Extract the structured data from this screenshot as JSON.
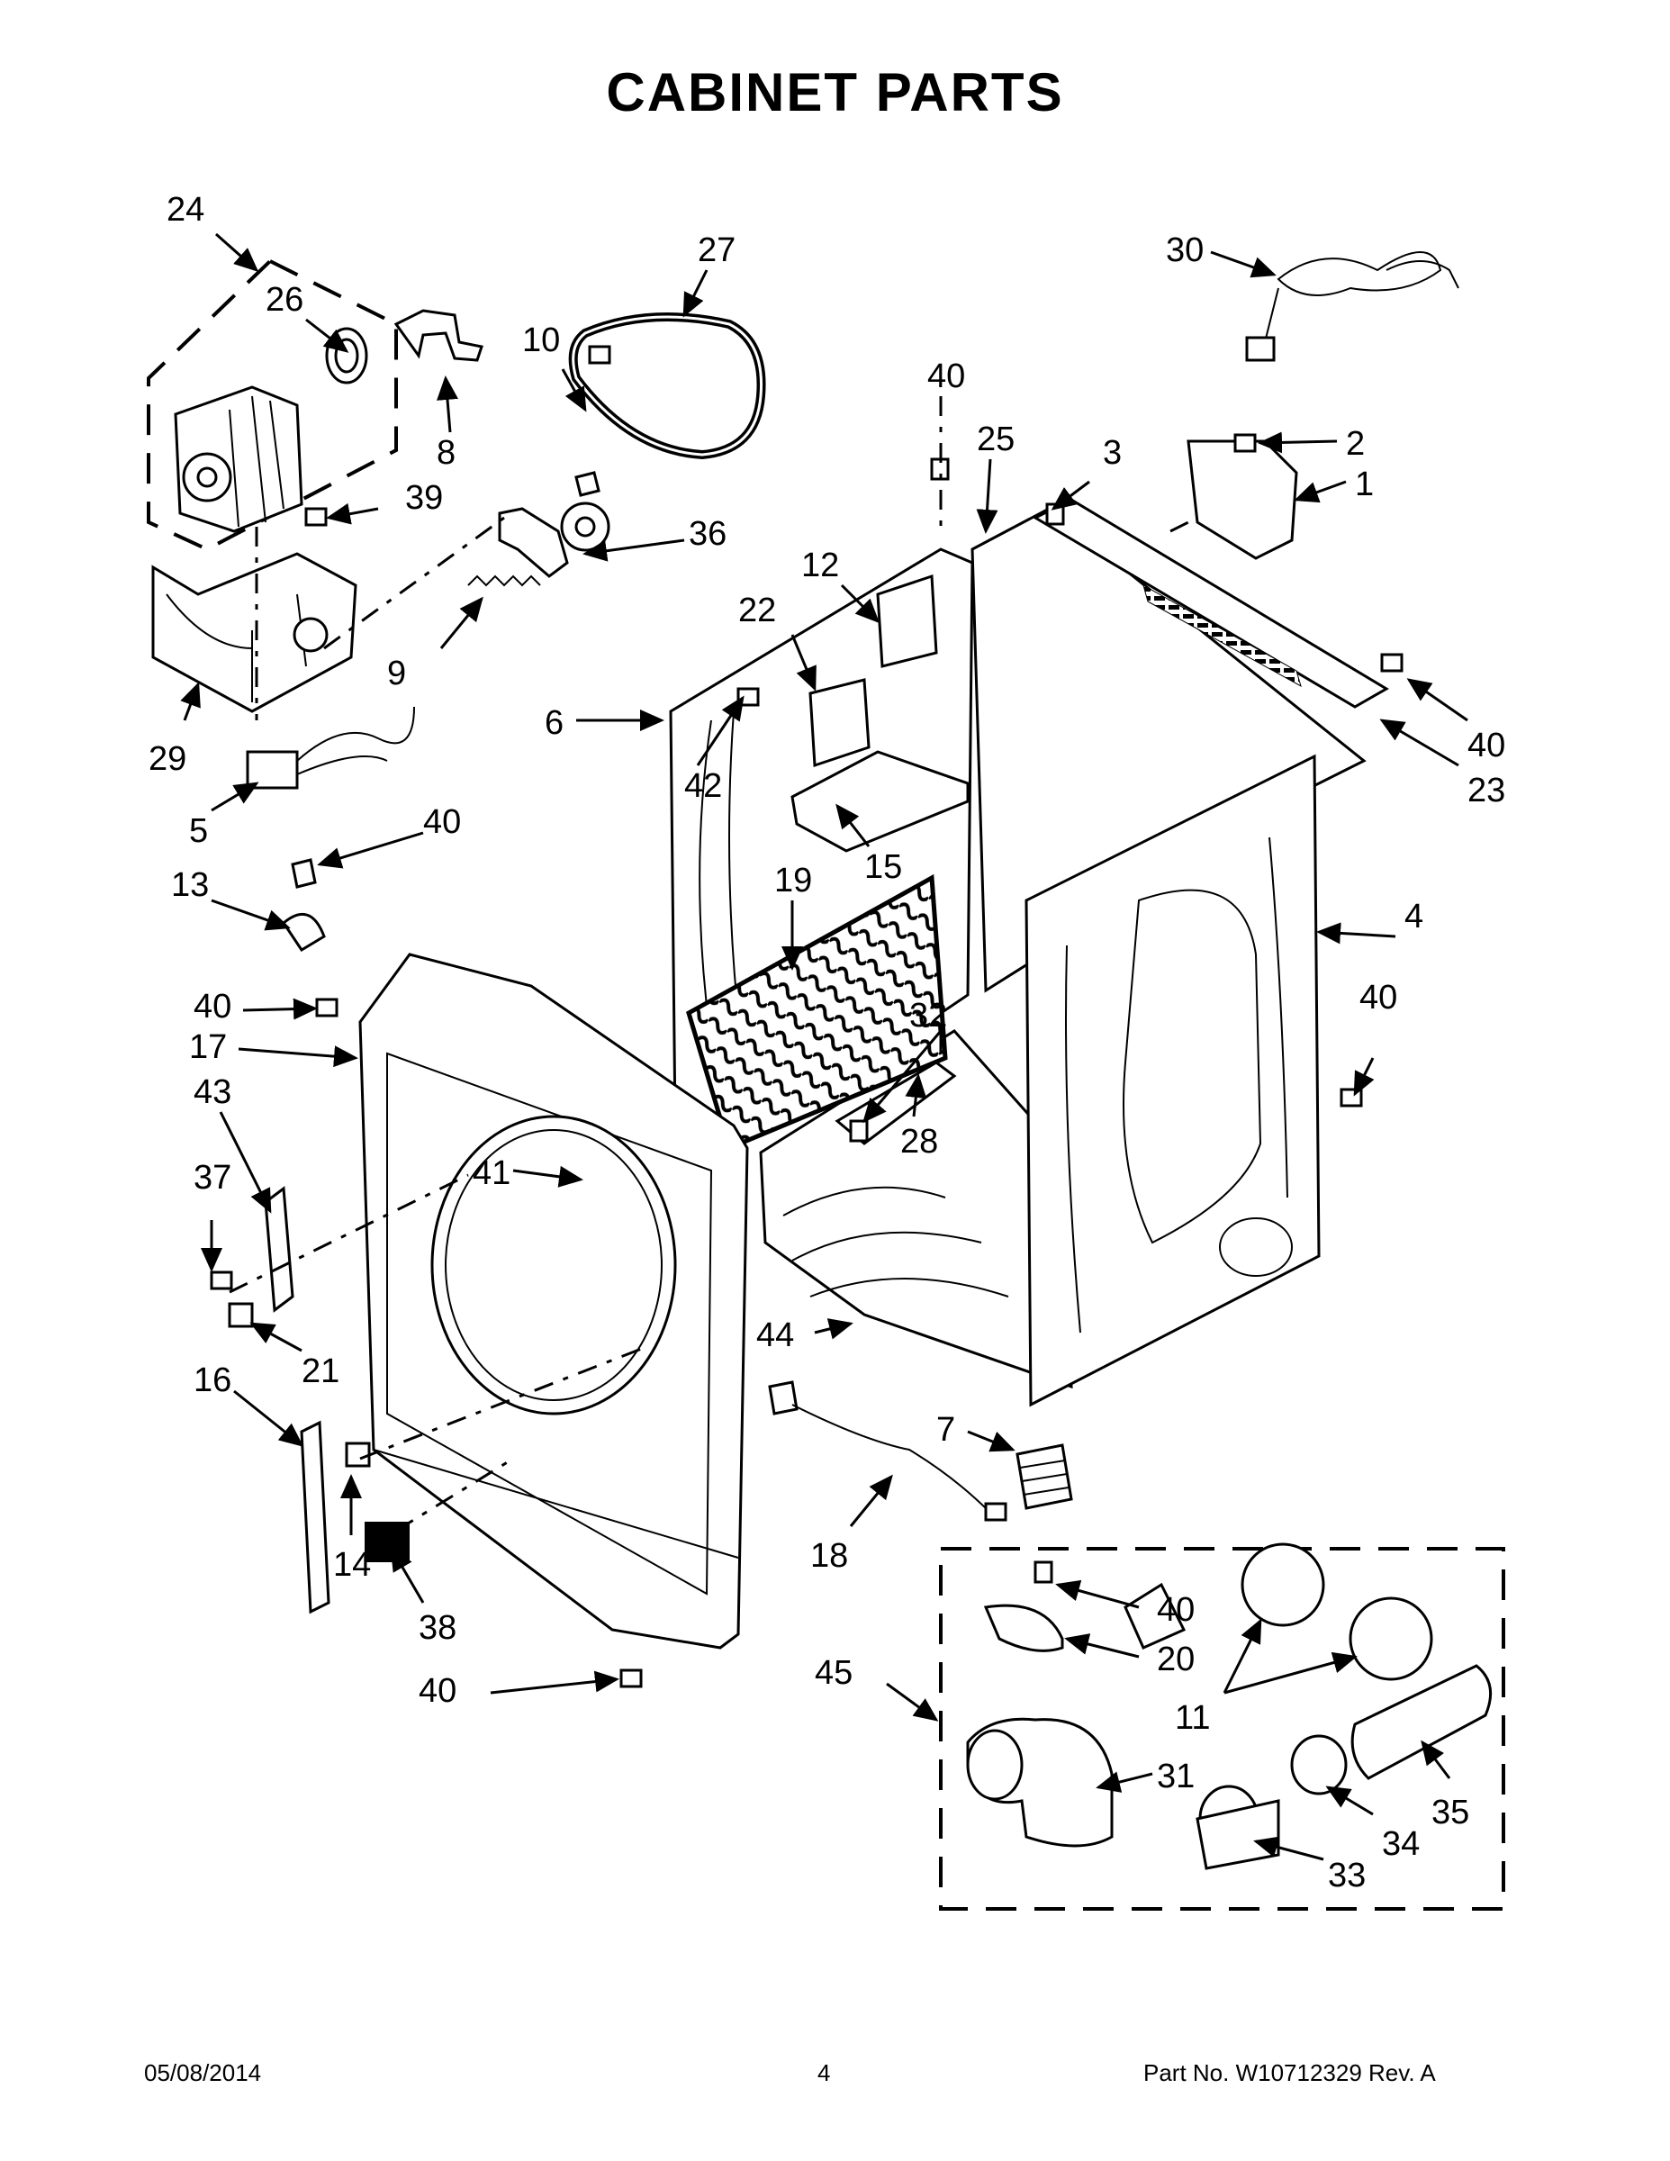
{
  "title": "CABINET PARTS",
  "callouts": [
    {
      "id": "c24",
      "label": "24"
    },
    {
      "id": "c26",
      "label": "26"
    },
    {
      "id": "c8",
      "label": "8"
    },
    {
      "id": "c39",
      "label": "39"
    },
    {
      "id": "c27",
      "label": "27"
    },
    {
      "id": "c10",
      "label": "10"
    },
    {
      "id": "c36",
      "label": "36"
    },
    {
      "id": "c9",
      "label": "9"
    },
    {
      "id": "c29",
      "label": "29"
    },
    {
      "id": "c5",
      "label": "5"
    },
    {
      "id": "c40a",
      "label": "40"
    },
    {
      "id": "c13",
      "label": "13"
    },
    {
      "id": "c40b",
      "label": "40"
    },
    {
      "id": "c17",
      "label": "17"
    },
    {
      "id": "c43",
      "label": "43"
    },
    {
      "id": "c37",
      "label": "37"
    },
    {
      "id": "c21",
      "label": "21"
    },
    {
      "id": "c16",
      "label": "16"
    },
    {
      "id": "c14",
      "label": "14"
    },
    {
      "id": "c38",
      "label": "38"
    },
    {
      "id": "c40c",
      "label": "40"
    },
    {
      "id": "c41",
      "label": "41"
    },
    {
      "id": "c30",
      "label": "30"
    },
    {
      "id": "c40d",
      "label": "40"
    },
    {
      "id": "c25",
      "label": "25"
    },
    {
      "id": "c3",
      "label": "3"
    },
    {
      "id": "c2",
      "label": "2"
    },
    {
      "id": "c1",
      "label": "1"
    },
    {
      "id": "c12",
      "label": "12"
    },
    {
      "id": "c22",
      "label": "22"
    },
    {
      "id": "c6",
      "label": "6"
    },
    {
      "id": "c42",
      "label": "42"
    },
    {
      "id": "c15",
      "label": "15"
    },
    {
      "id": "c40e",
      "label": "40"
    },
    {
      "id": "c23",
      "label": "23"
    },
    {
      "id": "c19",
      "label": "19"
    },
    {
      "id": "c4",
      "label": "4"
    },
    {
      "id": "c40f",
      "label": "40"
    },
    {
      "id": "c32",
      "label": "32"
    },
    {
      "id": "c28",
      "label": "28"
    },
    {
      "id": "c44",
      "label": "44"
    },
    {
      "id": "c7",
      "label": "7"
    },
    {
      "id": "c18",
      "label": "18"
    },
    {
      "id": "c40g",
      "label": "40"
    },
    {
      "id": "c20",
      "label": "20"
    },
    {
      "id": "c45",
      "label": "45"
    },
    {
      "id": "c11",
      "label": "11"
    },
    {
      "id": "c31",
      "label": "31"
    },
    {
      "id": "c35",
      "label": "35"
    },
    {
      "id": "c34",
      "label": "34"
    },
    {
      "id": "c33",
      "label": "33"
    }
  ],
  "footer": {
    "date": "05/08/2014",
    "page": "4",
    "part_no": "Part No.  W10712329  Rev.  A"
  }
}
